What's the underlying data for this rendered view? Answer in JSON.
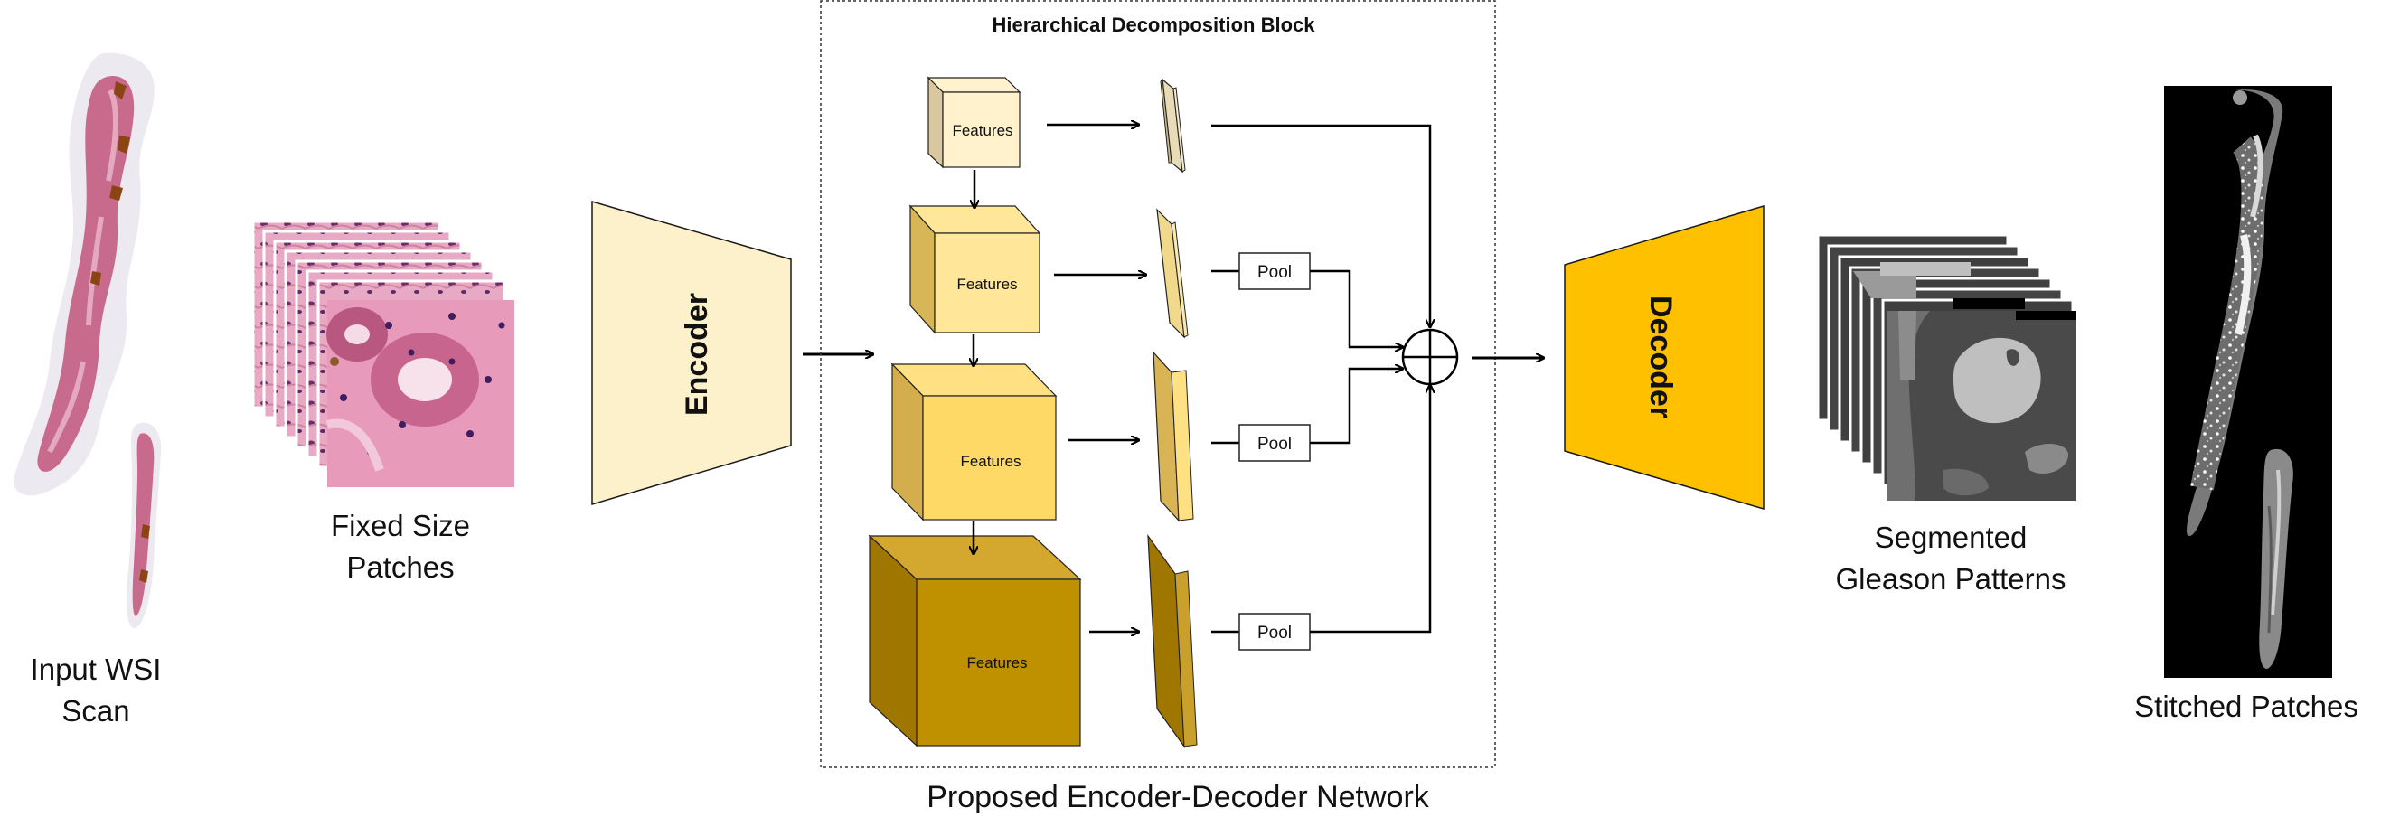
{
  "labels": {
    "input_line1": "Input WSI",
    "input_line2": "Scan",
    "patches_line1": "Fixed Size",
    "patches_line2": "Patches",
    "encoder": "Encoder",
    "decoder": "Decoder",
    "block_title": "Hierarchical Decomposition Block",
    "network_caption": "Proposed Encoder-Decoder Network",
    "segmented_line1": "Segmented",
    "segmented_line2": "Gleason Patterns",
    "stitched": "Stitched Patches"
  },
  "features": [
    "Features",
    "Features",
    "Features",
    "Features"
  ],
  "pools": [
    "Pool",
    "Pool",
    "Pool"
  ],
  "colors": {
    "encoder_fill": "#fdf1cc",
    "decoder_fill": "#ffc000",
    "cube1": "#fff2cc",
    "cube2": "#ffe699",
    "cube3": "#ffd966",
    "cube4": "#bf9000",
    "tissue_pink": "#c86a8c",
    "tissue_brown": "#8b4513",
    "mask_dark": "#3f3f3f",
    "mask_light": "#bfbfbf",
    "stitched_bg": "#000000"
  },
  "icons": {
    "sum": "circle-plus-icon",
    "arrow": "arrow-right-icon"
  }
}
